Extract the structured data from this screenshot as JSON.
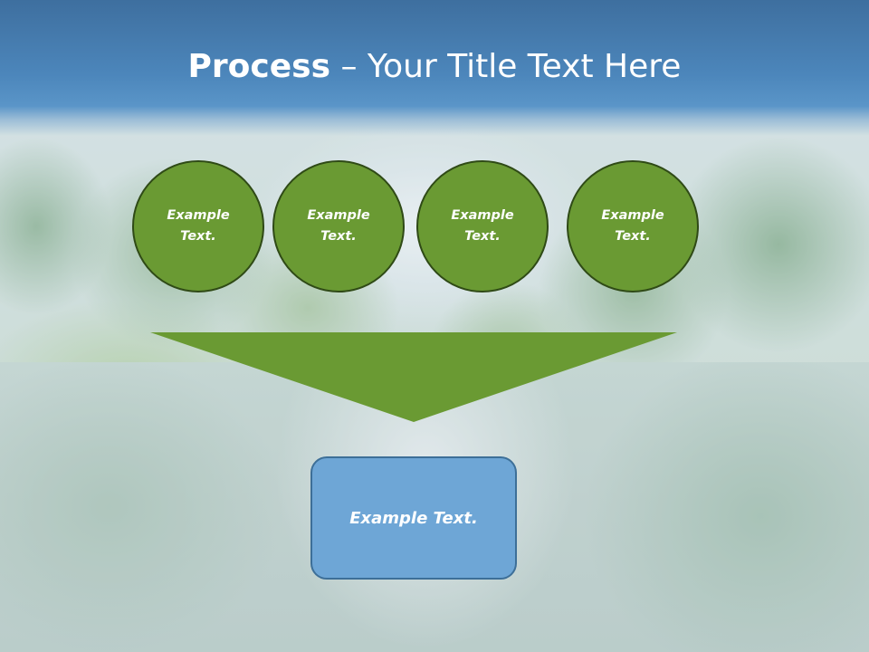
{
  "title": {
    "bold": "Process",
    "rest": " – Your Title Text Here"
  },
  "steps": [
    {
      "label": "Example Text."
    },
    {
      "label": "Example Text."
    },
    {
      "label": "Example Text."
    },
    {
      "label": "Example Text."
    }
  ],
  "result": {
    "label": "Example Text."
  },
  "colors": {
    "header": "#4c86bb",
    "circle_fill": "#6a9a33",
    "circle_border": "#2f4a16",
    "funnel": "#6a9a33",
    "result_fill": "#6ea6d6",
    "result_border": "#3d6f98"
  }
}
